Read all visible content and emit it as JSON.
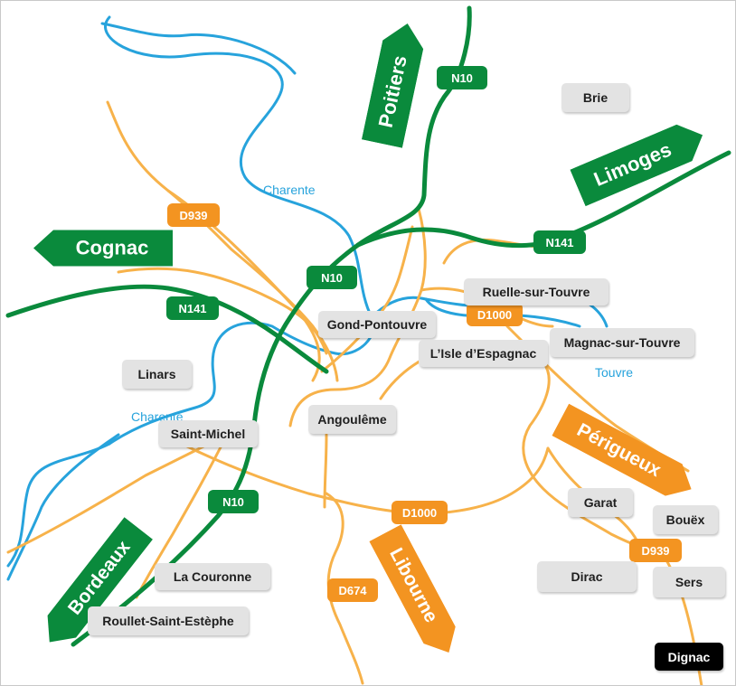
{
  "colors": {
    "national_road": "#0a8a3c",
    "departmental_road": "#f39421",
    "river": "#27a3dc",
    "town_label_bg": "#e3e3e3",
    "highlight_label_bg": "#000000"
  },
  "destinations": {
    "poitiers": "Poitiers",
    "limoges": "Limoges",
    "cognac": "Cognac",
    "perigueux": "Périgueux",
    "bordeaux": "Bordeaux",
    "libourne": "Libourne"
  },
  "roads": {
    "n10_north": "N10",
    "n10_center": "N10",
    "n10_south": "N10",
    "n141_east": "N141",
    "n141_west": "N141",
    "d939_north": "D939",
    "d939_south": "D939",
    "d1000_center": "D1000",
    "d1000_south": "D1000",
    "d674": "D674"
  },
  "rivers": {
    "charente_north": "Charente",
    "charente_west": "Charente",
    "touvre": "Touvre"
  },
  "towns": {
    "brie": "Brie",
    "ruelle": "Ruelle-sur-Touvre",
    "gond_pontouvre": "Gond-Pontouvre",
    "isle_espagnac": "L’Isle d’Espagnac",
    "magnac": "Magnac-sur-Touvre",
    "linars": "Linars",
    "saint_michel": "Saint-Michel",
    "angouleme": "Angoulême",
    "garat": "Garat",
    "bouex": "Bouëx",
    "dirac": "Dirac",
    "sers": "Sers",
    "la_couronne": "La Couronne",
    "roullet": "Roullet-Saint-Estèphe",
    "dignac": "Dignac"
  }
}
